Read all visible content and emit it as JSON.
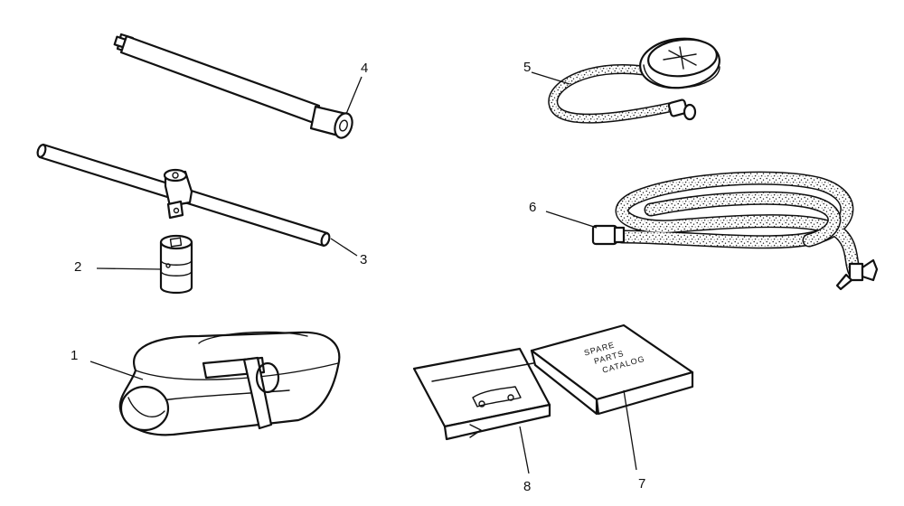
{
  "callouts": [
    {
      "id": "1",
      "label": "1"
    },
    {
      "id": "2",
      "label": "2"
    },
    {
      "id": "3",
      "label": "3"
    },
    {
      "id": "4",
      "label": "4"
    },
    {
      "id": "5",
      "label": "5"
    },
    {
      "id": "6",
      "label": "6"
    },
    {
      "id": "7",
      "label": "7"
    },
    {
      "id": "8",
      "label": "8"
    }
  ],
  "catalog_cover": {
    "line1": "SPARE",
    "line2": "PARTS",
    "line3": "CATALOG"
  },
  "parts": [
    {
      "callout": "1",
      "icon": "tool-roll-icon"
    },
    {
      "callout": "2",
      "icon": "socket-icon"
    },
    {
      "callout": "3",
      "icon": "tommy-bar-icon"
    },
    {
      "callout": "4",
      "icon": "extension-bar-icon"
    },
    {
      "callout": "5",
      "icon": "tyre-pressure-gauge-icon"
    },
    {
      "callout": "6",
      "icon": "air-hose-icon"
    },
    {
      "callout": "7",
      "icon": "spare-parts-catalog-icon"
    },
    {
      "callout": "8",
      "icon": "owners-handbook-icon"
    }
  ]
}
